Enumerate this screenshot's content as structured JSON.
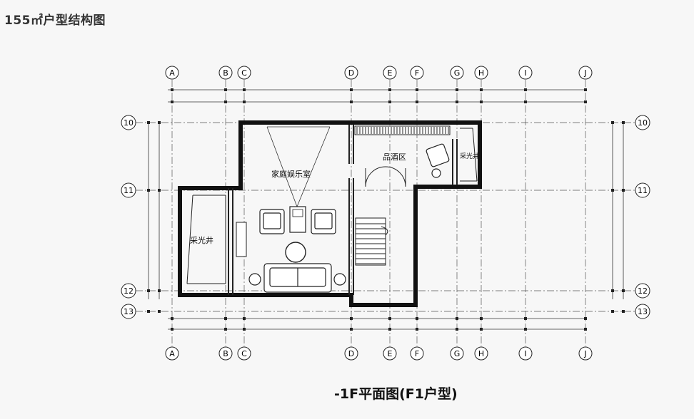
{
  "title": "155㎡户型结构图",
  "caption": "-1F平面图(F1户型)",
  "column_axes": [
    "A",
    "B",
    "C",
    "D",
    "E",
    "F",
    "G",
    "H",
    "I",
    "J"
  ],
  "row_axes": [
    "10",
    "11",
    "12",
    "13"
  ],
  "rooms": {
    "entertainment": "家庭娱乐室",
    "wine_area": "品酒区",
    "lightwell_left": "采光井",
    "lightwell_right": "采光井"
  }
}
